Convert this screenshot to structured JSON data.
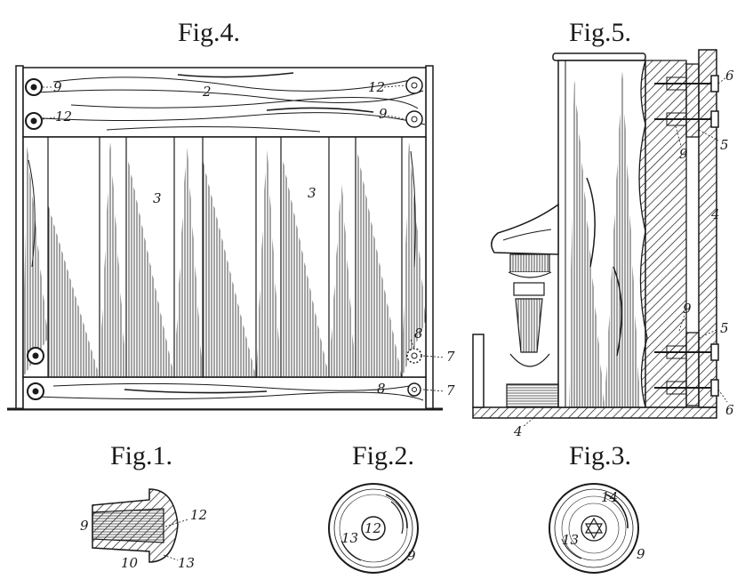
{
  "figures": {
    "fig4": {
      "title": "Fig.4.",
      "labels": [
        "9",
        "2",
        "12",
        "12",
        "9",
        "3",
        "3",
        "8",
        "7",
        "8",
        "7"
      ]
    },
    "fig5": {
      "title": "Fig.5.",
      "labels": [
        "6",
        "5",
        "9",
        "4",
        "9",
        "5",
        "4",
        "6"
      ]
    },
    "fig1": {
      "title": "Fig.1.",
      "labels": [
        "9",
        "12",
        "10",
        "13"
      ]
    },
    "fig2": {
      "title": "Fig.2.",
      "labels": [
        "12",
        "13",
        "9"
      ]
    },
    "fig3": {
      "title": "Fig.3.",
      "labels": [
        "14",
        "13",
        "9"
      ]
    }
  },
  "colors": {
    "ink": "#1a1a1a",
    "paper": "#ffffff"
  }
}
